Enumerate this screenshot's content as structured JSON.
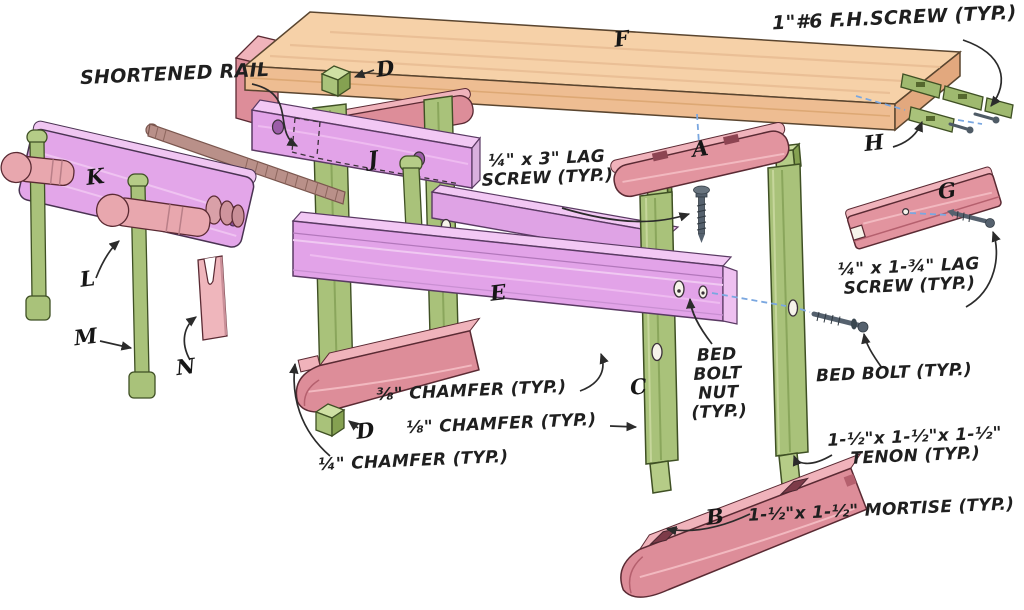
{
  "figure": {
    "type": "exploded assembly diagram",
    "subject": "workbench trestle base, benchtop and vise"
  },
  "colors": {
    "background": "#ffffff",
    "benchtop": "#f6d1a8",
    "pink_parts": "#e2949f",
    "purple_parts": "#e2a3e8",
    "green_parts": "#a9c27a",
    "hardware_metal": "#55616e",
    "alignment_dash": "#7aa7e0",
    "ink": "#2b2b2b"
  },
  "part_letters": {
    "A": "A",
    "B": "B",
    "C": "C",
    "D_top": "D",
    "D_bottom": "D",
    "E": "E",
    "F": "F",
    "G": "G",
    "H": "H",
    "J": "J",
    "K": "K",
    "L": "L",
    "M": "M",
    "N": "N"
  },
  "annotations": {
    "fh_screw": "1\"#6 F.H.SCREW (TYP.)",
    "shortened_rail": "SHORTENED RAIL",
    "lag_screw_3in": "¼\" x 3\" LAG\nSCREW (TYP.)",
    "lag_screw_134": "¼\" x 1-¾\" LAG\nSCREW (TYP.)",
    "bed_bolt_nut": "BED\nBOLT\nNUT\n(TYP.)",
    "bed_bolt": "BED BOLT (TYP.)",
    "chamfer_38": "⅜\" CHAMFER (TYP.)",
    "chamfer_18": "⅛\" CHAMFER (TYP.)",
    "chamfer_14": "¼\" CHAMFER (TYP.)",
    "tenon": "1-½\"x 1-½\"x 1-½\"\nTENON (TYP.)",
    "mortise": "1-½\"x 1-½\" MORTISE (TYP.)"
  }
}
